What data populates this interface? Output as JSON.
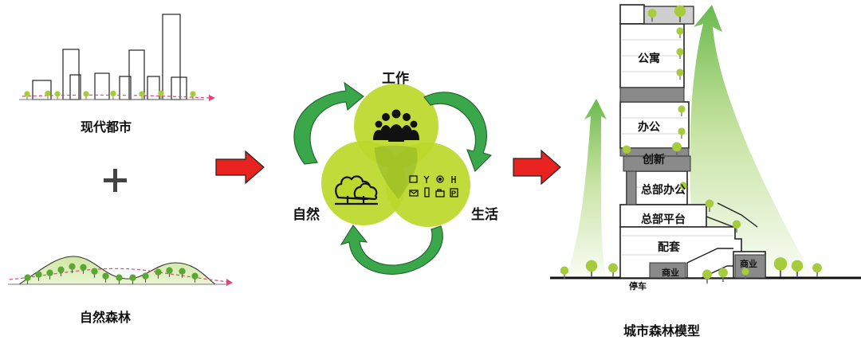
{
  "left": {
    "modern_city_label": "现代都市",
    "plus_sign": "+",
    "natural_forest_label": "自然森林"
  },
  "venn": {
    "work_label": "工作",
    "nature_label": "自然",
    "life_label": "生活",
    "colors": {
      "circle": "#bcd82a",
      "overlap": "#8fb324",
      "icon": "#111111",
      "cycle_arrow": "#3aa84a"
    }
  },
  "flow_arrow_color": "#e8231f",
  "building": {
    "title": "城市森林模型",
    "floors": {
      "apartment": "公寓",
      "office": "办公",
      "innovation": "创新",
      "hq_office": "总部办公",
      "hq_platform": "总部平台",
      "amenities": "配套",
      "commercial_left": "商业",
      "commercial_right": "商业",
      "parking": "停车"
    },
    "colors": {
      "tree": "#a6cc3c",
      "grey_block": "#8a8a8a",
      "up_arrow": "#8cc63f"
    }
  }
}
